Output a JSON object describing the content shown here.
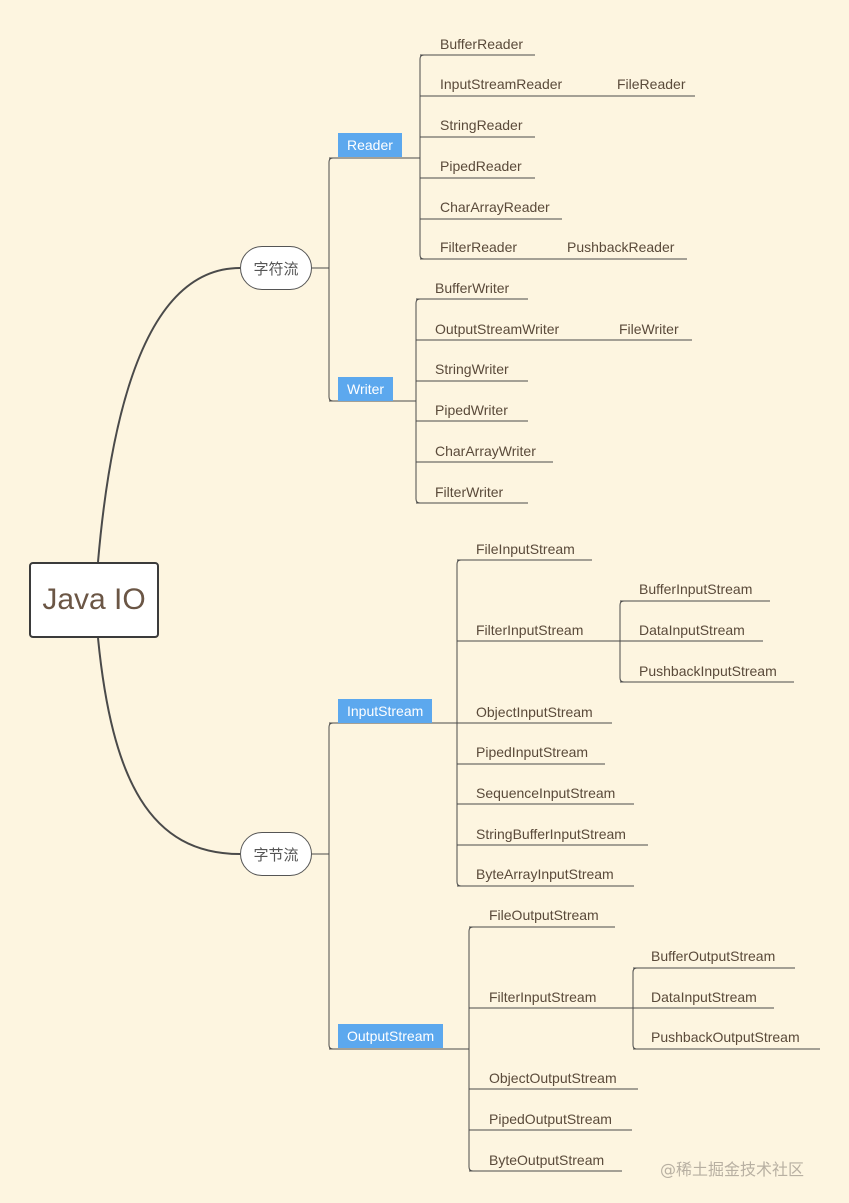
{
  "root": {
    "label": "Java IO"
  },
  "branches": {
    "char": {
      "label": "字符流",
      "reader": {
        "label": "Reader",
        "children": [
          "BufferReader",
          "InputStreamReader",
          "StringReader",
          "PipedReader",
          "CharArrayReader",
          "FilterReader"
        ],
        "sub": {
          "input_stream_reader": "FileReader",
          "filter_reader": "PushbackReader"
        }
      },
      "writer": {
        "label": "Writer",
        "children": [
          "BufferWriter",
          "OutputStreamWriter",
          "StringWriter",
          "PipedWriter",
          "CharArrayWriter",
          "FilterWriter"
        ],
        "sub": {
          "output_stream_writer": "FileWriter"
        }
      }
    },
    "byte": {
      "label": "字节流",
      "input": {
        "label": "InputStream",
        "children": [
          "FileInputStream",
          "FilterInputStream",
          "ObjectInputStream",
          "PipedInputStream",
          "SequenceInputStream",
          "StringBufferInputStream",
          "ByteArrayInputStream"
        ],
        "sub": [
          "BufferInputStream",
          "DataInputStream",
          "PushbackInputStream"
        ]
      },
      "output": {
        "label": "OutputStream",
        "children": [
          "FileOutputStream",
          "FilterInputStream",
          "ObjectOutputStream",
          "PipedOutputStream",
          "ByteOutputStream"
        ],
        "sub": [
          "BufferOutputStream",
          "DataInputStream",
          "PushbackOutputStream"
        ]
      }
    }
  },
  "watermark": "@稀土掘金技术社区"
}
